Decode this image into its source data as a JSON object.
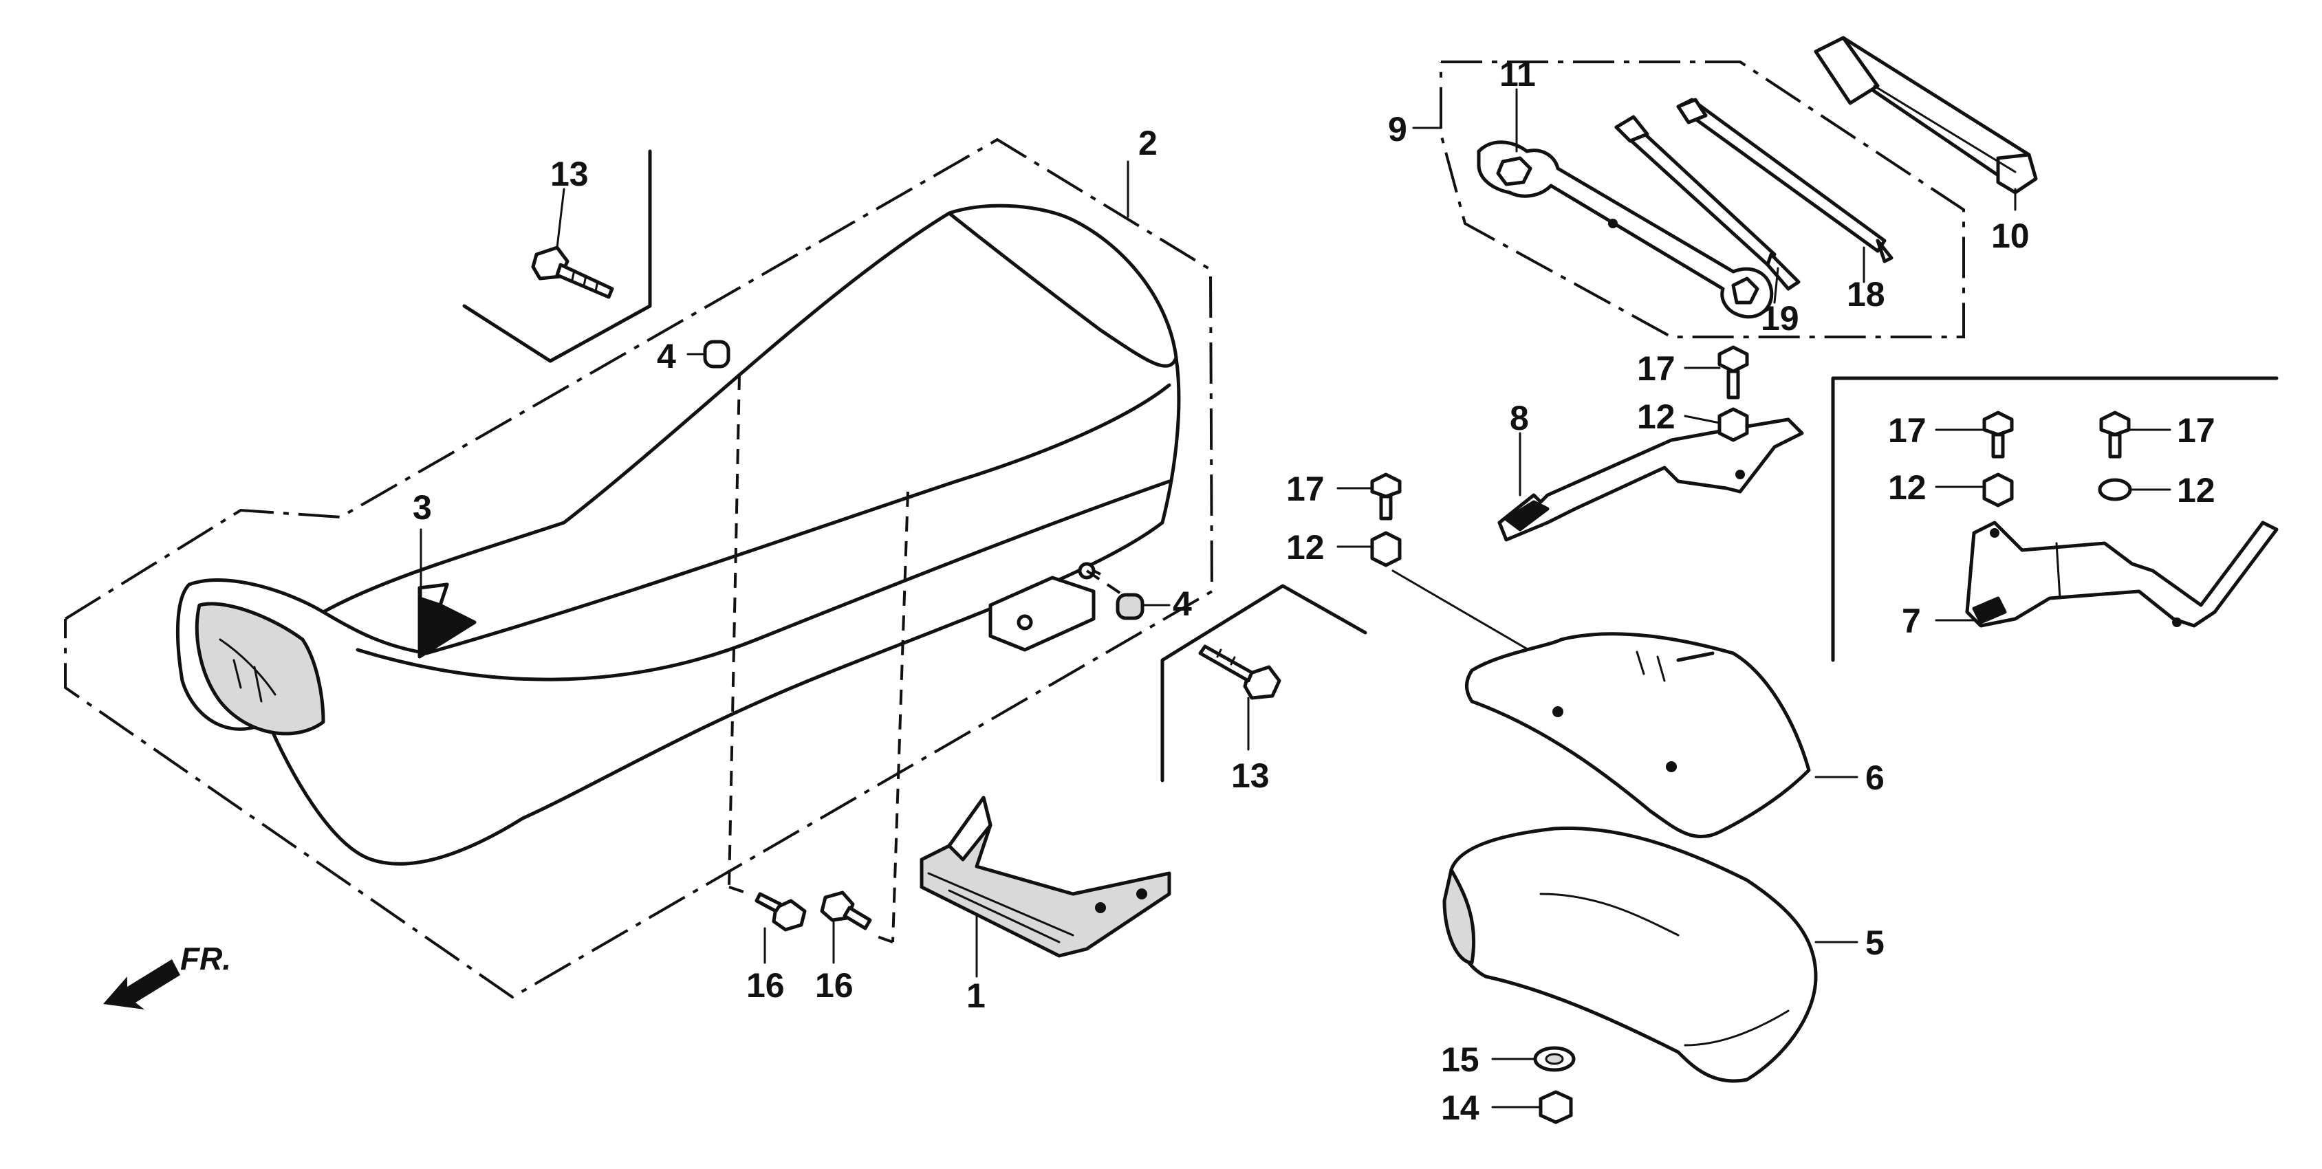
{
  "labels": {
    "c1": "1",
    "c2": "2",
    "c3": "3",
    "c4a": "4",
    "c4b": "4",
    "c5": "5",
    "c6": "6",
    "c7": "7",
    "c8": "8",
    "c9": "9",
    "c10": "10",
    "c11": "11",
    "c12a": "12",
    "c12b": "12",
    "c12c": "12",
    "c12d": "12",
    "c13a": "13",
    "c13b": "13",
    "c14": "14",
    "c15": "15",
    "c16a": "16",
    "c16b": "16",
    "c17a": "17",
    "c17b": "17",
    "c17c": "17",
    "c17d": "17",
    "c18": "18",
    "c19": "19"
  },
  "front_indicator": "FR.",
  "icons": {
    "front_arrow": "front-arrow-icon"
  }
}
